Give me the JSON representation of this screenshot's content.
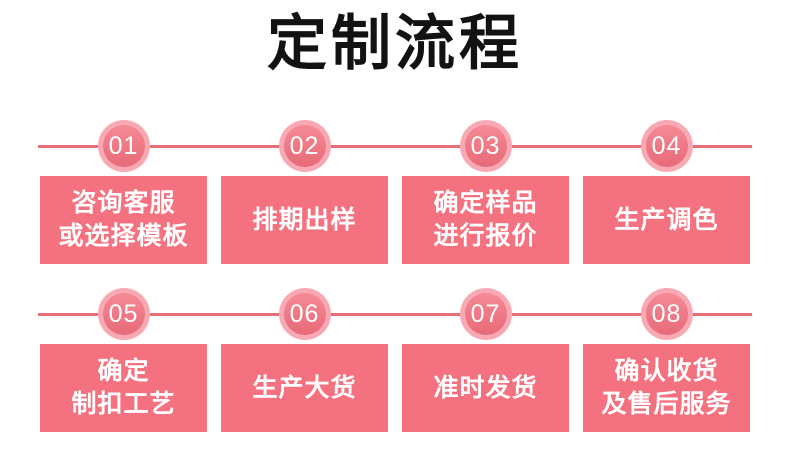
{
  "title": "定制流程",
  "colors": {
    "box": "#f4727f",
    "circle_inner": "#f3707e",
    "circle_ring": "#f9a9b3",
    "connector_line": "#e96d78",
    "title_text": "#121212",
    "step_text": "#ffffff",
    "page_bg": "#ffffff"
  },
  "steps": [
    {
      "number": "01",
      "label": "咨询客服\n或选择模板"
    },
    {
      "number": "02",
      "label": "排期出样"
    },
    {
      "number": "03",
      "label": "确定样品\n进行报价"
    },
    {
      "number": "04",
      "label": "生产调色"
    },
    {
      "number": "05",
      "label": "确定\n制扣工艺"
    },
    {
      "number": "06",
      "label": "生产大货"
    },
    {
      "number": "07",
      "label": "准时发货"
    },
    {
      "number": "08",
      "label": "确认收货\n及售后服务"
    }
  ]
}
